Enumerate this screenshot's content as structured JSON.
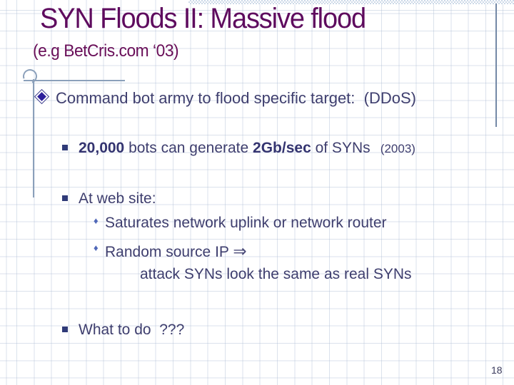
{
  "slide": {
    "title": "SYN Floods II: Massive flood",
    "subtitle": "(e.g BetCris.com ‘03)",
    "page_number": "18",
    "colors": {
      "title": "#5e0b5e",
      "subtitle": "#690e58",
      "body_text": "#3e3e6e",
      "bold_text": "#343470",
      "gem_bullet_fill": "#2d1f9b",
      "square_bullet": "#2f3a78",
      "diamond_bullet": "#5068b8",
      "decor_line": "#7489a6",
      "grid_line": "#aabad2"
    },
    "icons": {
      "level1_bullet": "gem-diamond-icon",
      "level2_bullet": "square-bullet-icon",
      "level3_bullet": "diamond-bullet-icon",
      "arrow": "double-arrow-right"
    },
    "bullets": [
      {
        "level": 1,
        "bullet": "gem",
        "segments": [
          {
            "t": "Command bot army to flood specific target:  (DDoS)"
          }
        ]
      },
      {
        "level": 2,
        "bullet": "sq",
        "segments": [
          {
            "t": "20,000",
            "style": "bold"
          },
          {
            "t": " bots can generate "
          },
          {
            "t": "2Gb/sec",
            "style": "bold"
          },
          {
            "t": " of SYNs"
          },
          {
            "t": "   (2003)",
            "style": "small"
          }
        ]
      },
      {
        "level": 2,
        "bullet": "sq",
        "segments": [
          {
            "t": "At web site:"
          }
        ]
      },
      {
        "level": 3,
        "bullet": "dia",
        "segments": [
          {
            "t": "Saturates network uplink or network router"
          }
        ]
      },
      {
        "level": 3,
        "bullet": "dia",
        "segments": [
          {
            "t": "Random source IP "
          },
          {
            "t": "⇒",
            "style": "arrow"
          }
        ]
      },
      {
        "level": 4,
        "bullet": "none",
        "segments": [
          {
            "t": "attack SYNs look the same as real SYNs"
          }
        ]
      },
      {
        "level": 2,
        "bullet": "sq",
        "segments": [
          {
            "t": "What to do  ???"
          }
        ]
      }
    ]
  }
}
